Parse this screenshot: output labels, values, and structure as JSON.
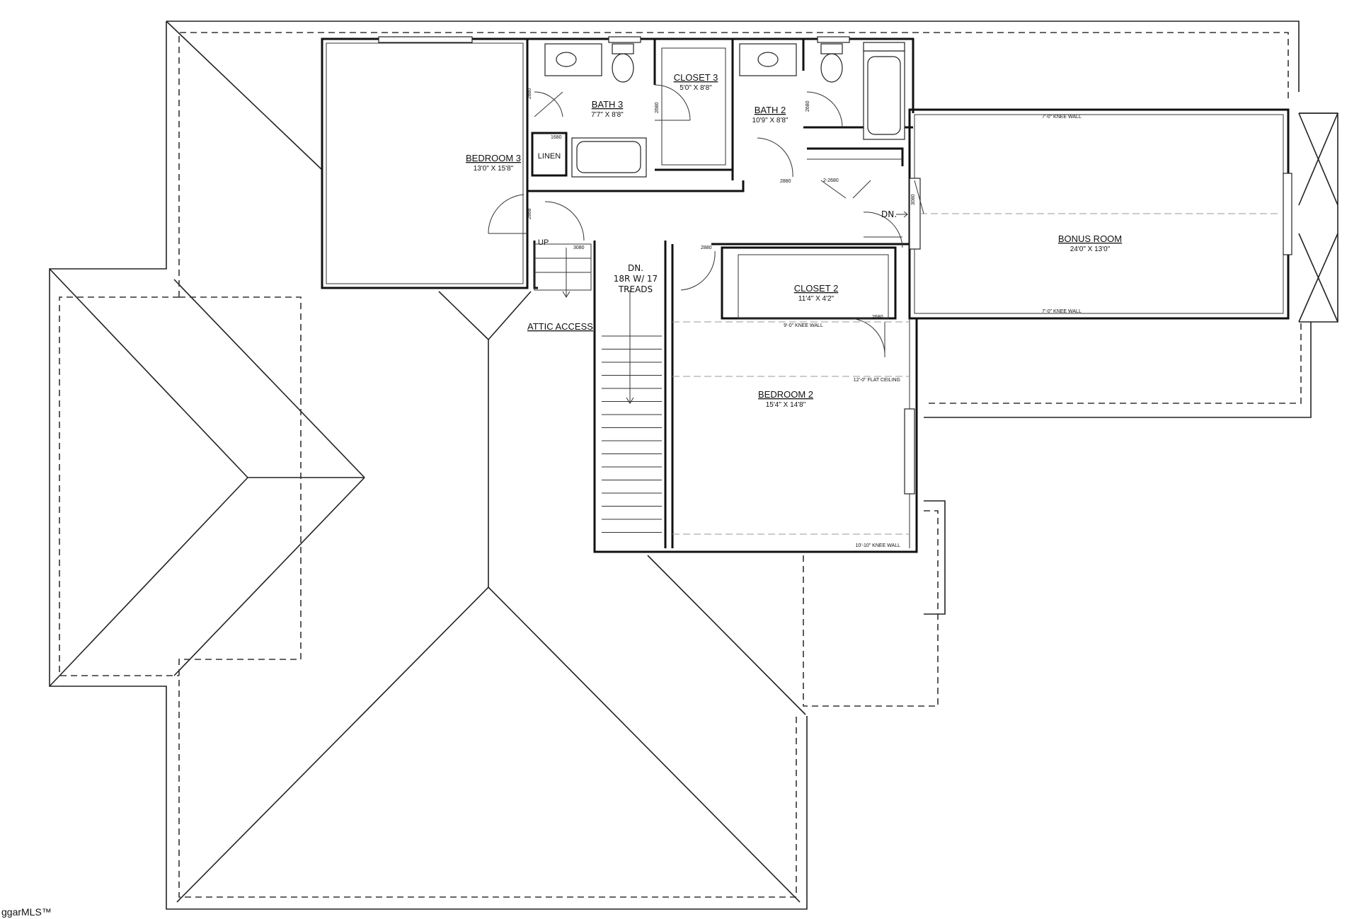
{
  "rooms": {
    "bedroom3": {
      "name": "BEDROOM 3",
      "dims": "13'0\" X 15'8\""
    },
    "bath3": {
      "name": "BATH 3",
      "dims": "7'7\" X 8'8\""
    },
    "closet3": {
      "name": "CLOSET 3",
      "dims": "5'0\" X 8'8\""
    },
    "bath2": {
      "name": "BATH 2",
      "dims": "10'9\" X 8'8\""
    },
    "bonus": {
      "name": "BONUS ROOM",
      "dims": "24'0\" X 13'0\""
    },
    "closet2": {
      "name": "CLOSET 2",
      "dims": "11'4\" X 4'2\""
    },
    "bedroom2": {
      "name": "BEDROOM 2",
      "dims": "15'4\" X 14'8\""
    },
    "linen": {
      "name": "LINEN"
    }
  },
  "labels": {
    "attic_access": "ATTIC ACCESS",
    "up": "UP",
    "dn_bonus": "DN.",
    "stair_line1": "DN.",
    "stair_line2": "18R W/ 17",
    "stair_line3": "TREADS"
  },
  "notes": {
    "knee_wall_top": "7'-0\" KNEE WALL",
    "knee_wall_bottom": "7'-0\" KNEE WALL",
    "knee_wall_9": "9'-0\" KNEE WALL",
    "flat_ceiling": "12'-0\" FLAT CEILING",
    "knee_wall_10": "10'-10\" KNEE WALL"
  },
  "doors": {
    "d2880_bath3": "2880",
    "d1680": "1680",
    "d2680_bath3": "2680",
    "d2680_bath2": "2680",
    "d2880_bath2": "2880",
    "d2_2680": "2-2680",
    "d3080_bonus": "3080",
    "d2868": "2868",
    "d3080_stair": "3080",
    "d2880_hall": "2880",
    "d2680_bed2": "2680"
  },
  "watermark": "ggarMLS™"
}
